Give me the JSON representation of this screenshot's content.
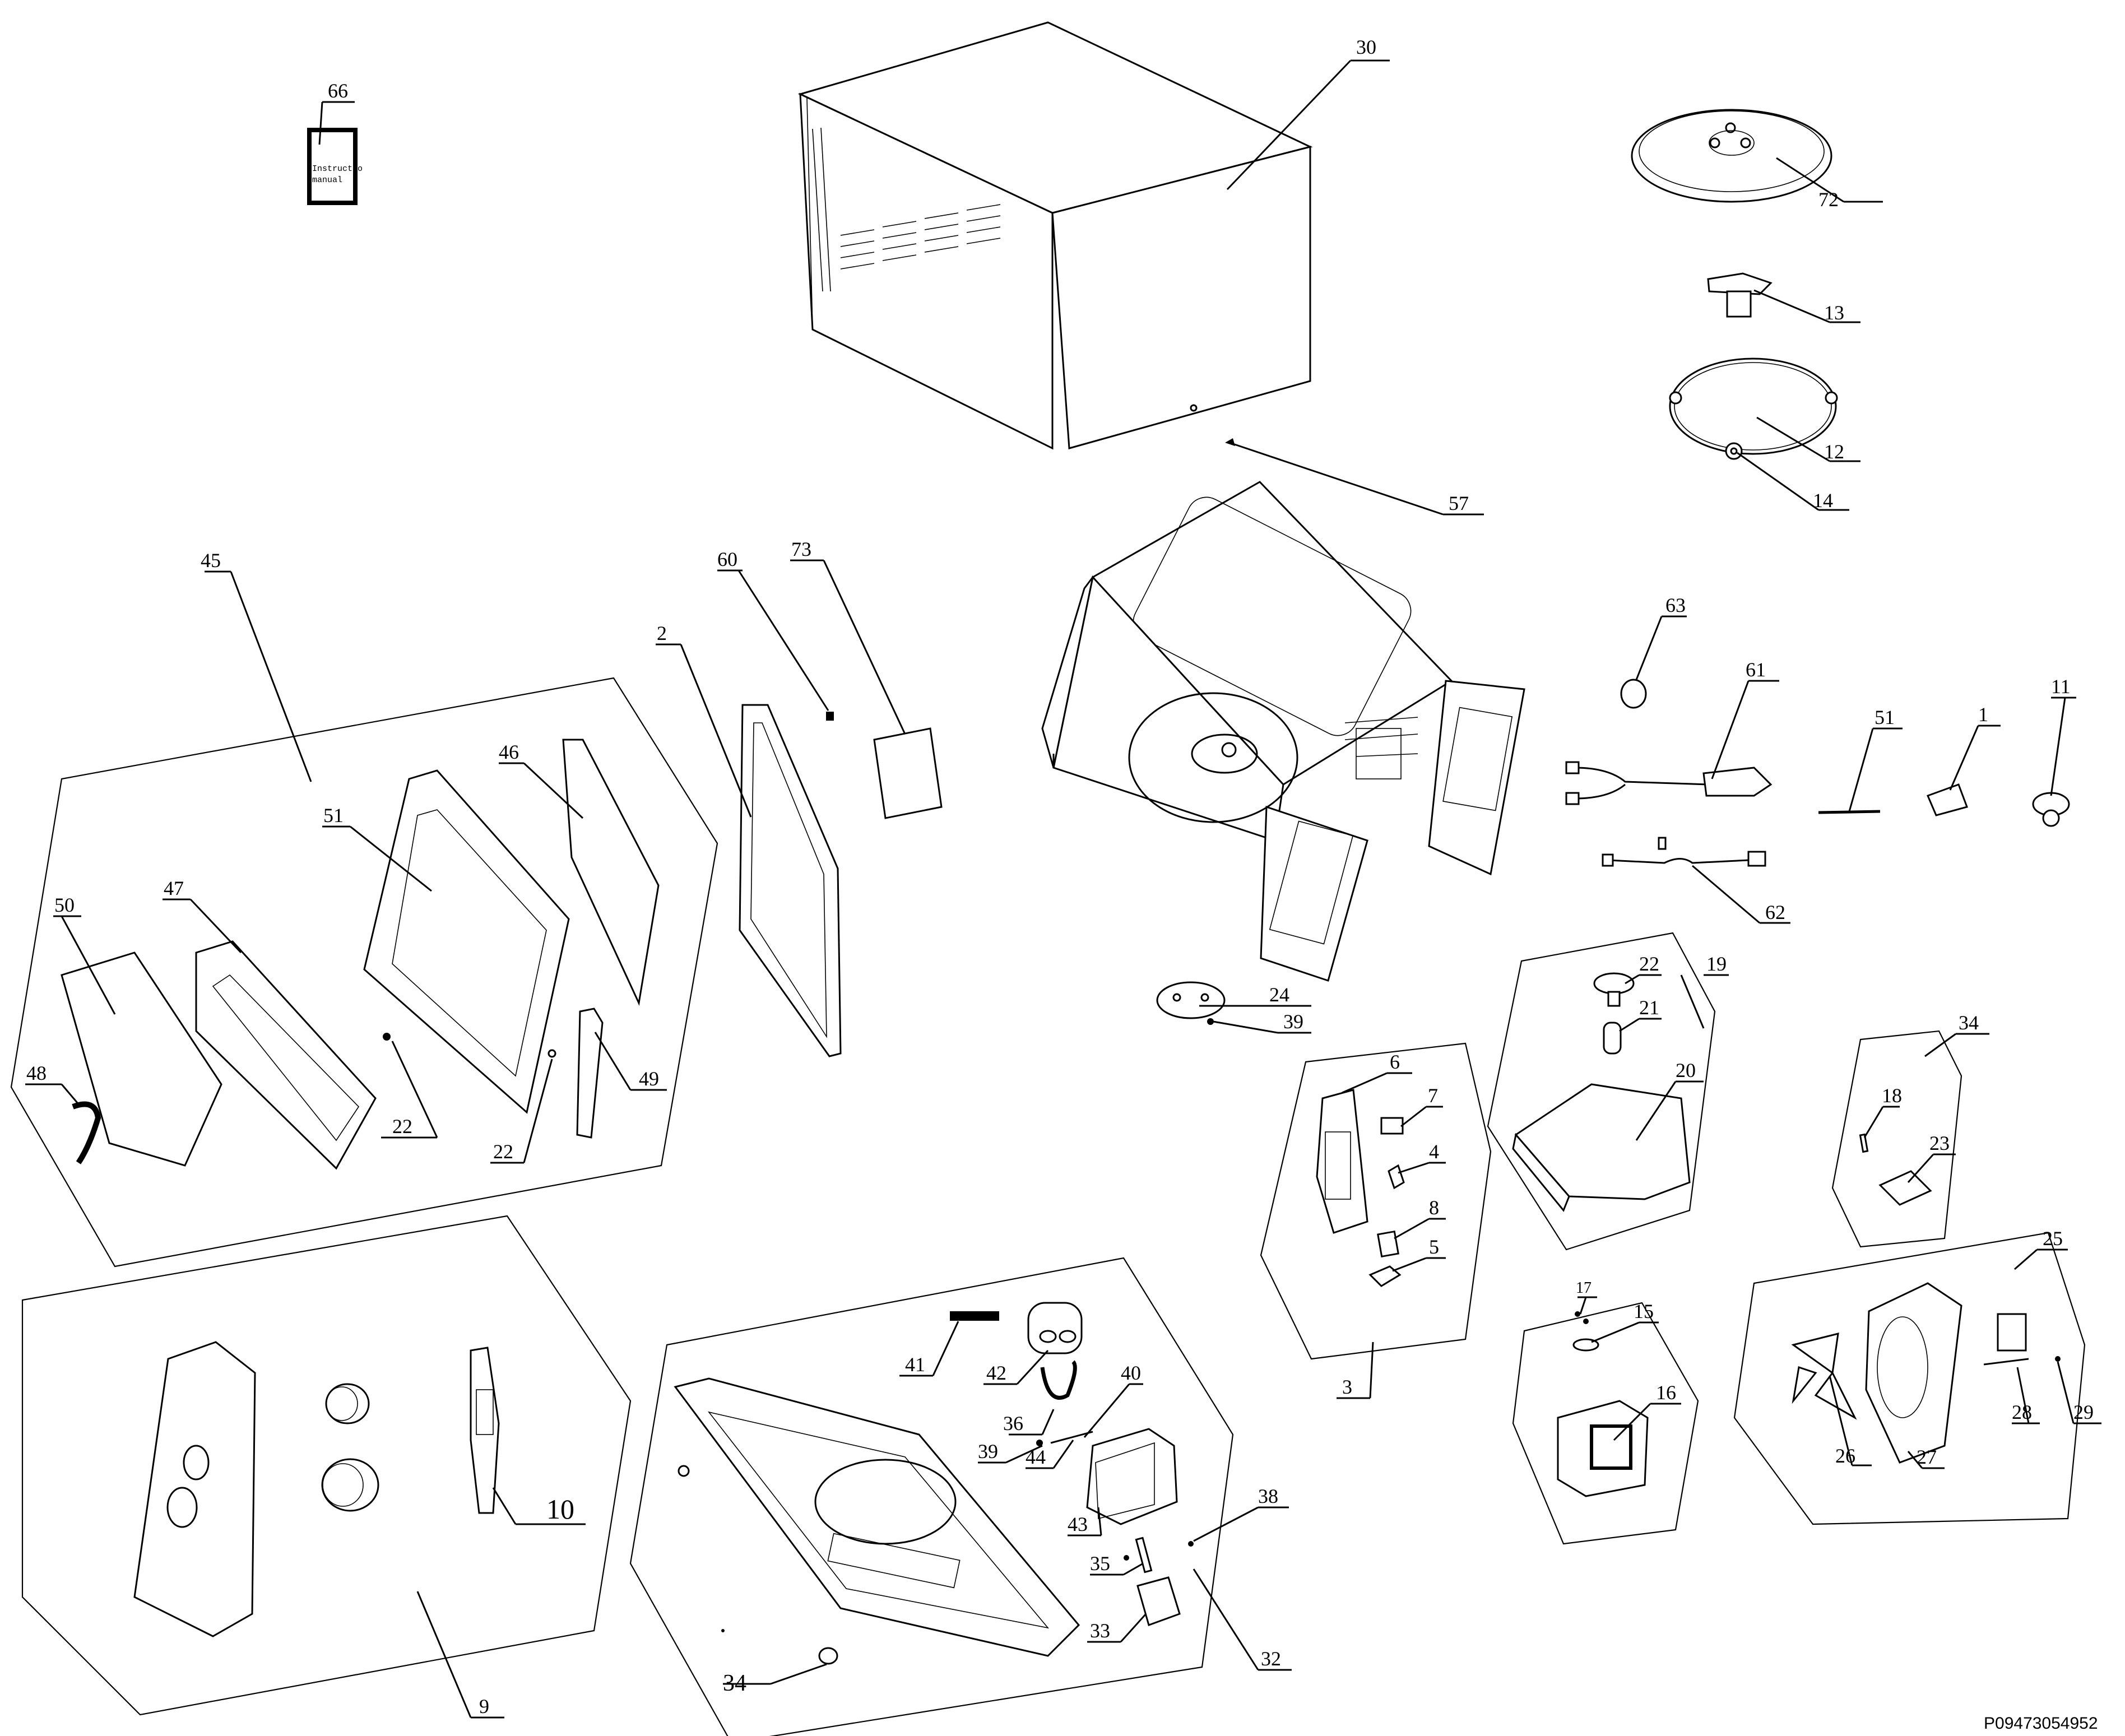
{
  "diagram": {
    "doc_code": "P09473054952",
    "manual_text_line1": "Instructio",
    "manual_text_line2": "manual",
    "labels": {
      "l1": "1",
      "l2": "2",
      "l3": "3",
      "l4": "4",
      "l5": "5",
      "l6": "6",
      "l7": "7",
      "l8": "8",
      "l9": "9",
      "l10": "10",
      "l11": "11",
      "l12": "12",
      "l13": "13",
      "l14": "14",
      "l15": "15",
      "l16": "16",
      "l17": "17",
      "l18": "18",
      "l19": "19",
      "l20": "20",
      "l21": "21",
      "l22a": "22",
      "l22b": "22",
      "l22c": "22",
      "l23": "23",
      "l24": "24",
      "l25": "25",
      "l26": "26",
      "l27": "27",
      "l28": "28",
      "l29": "29",
      "l30": "30",
      "l32": "32",
      "l33": "33",
      "l34a": "34",
      "l34b": "34",
      "l35": "35",
      "l36": "36",
      "l38": "38",
      "l39a": "39",
      "l39b": "39",
      "l40": "40",
      "l41": "41",
      "l42": "42",
      "l43": "43",
      "l44": "44",
      "l45": "45",
      "l46": "46",
      "l47": "47",
      "l48": "48",
      "l49": "49",
      "l50": "50",
      "l51a": "51",
      "l51b": "51",
      "l57": "57",
      "l60": "60",
      "l61": "61",
      "l62": "62",
      "l63": "63",
      "l66": "66",
      "l72": "72",
      "l73": "73"
    }
  }
}
